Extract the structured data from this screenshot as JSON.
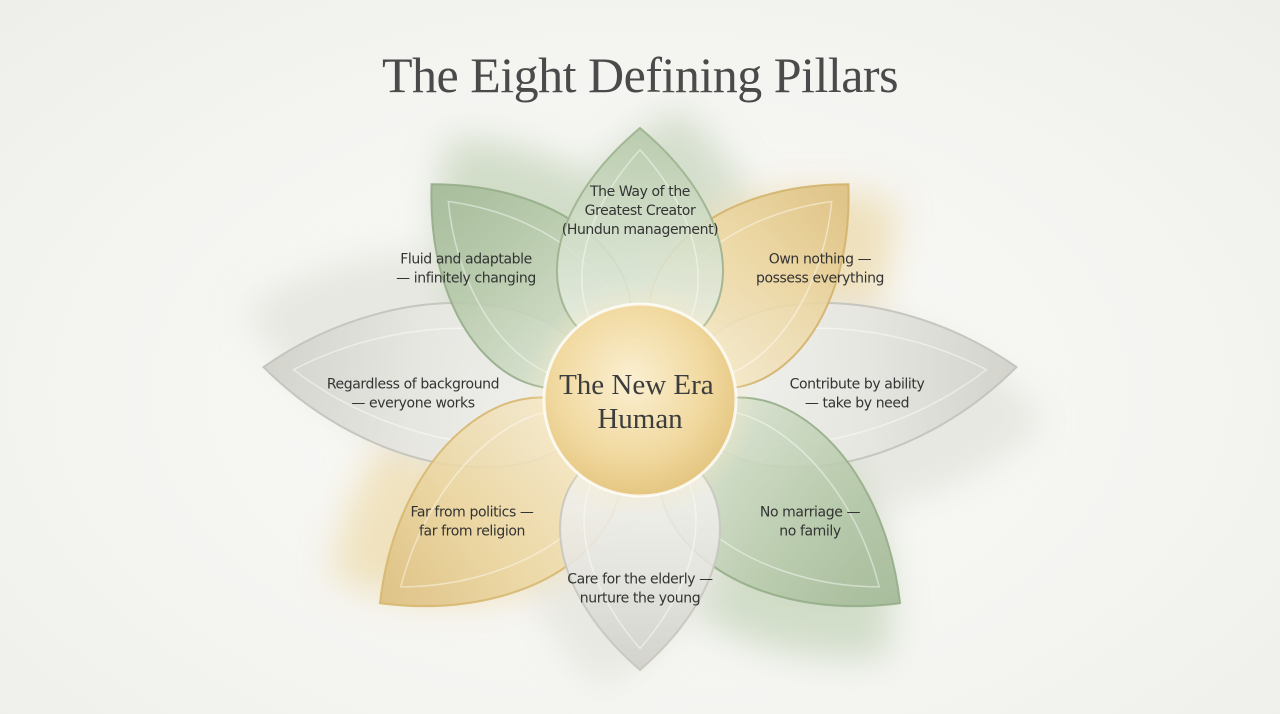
{
  "title": "The Eight Defining Pillars",
  "center": {
    "lines": [
      "The New Era",
      "Human"
    ]
  },
  "pillars": [
    {
      "lines": [
        "The Way of the",
        "Greatest Creator",
        "(Hundun management)"
      ]
    },
    {
      "lines": [
        "Own nothing —",
        "possess everything"
      ]
    },
    {
      "lines": [
        "Contribute by ability",
        "— take by need"
      ]
    },
    {
      "lines": [
        "No marriage —",
        "no family"
      ]
    },
    {
      "lines": [
        "Care for the elderly —",
        "nurture the young"
      ]
    },
    {
      "lines": [
        "Far from politics —",
        "far from religion"
      ]
    },
    {
      "lines": [
        "Regardless of background",
        "— everyone works"
      ]
    },
    {
      "lines": [
        "Fluid and adaptable",
        "— infinitely changing"
      ]
    }
  ],
  "colors": {
    "green": "#a9bf9c",
    "gold": "#e3c98c",
    "silver": "#d8d8d2",
    "center": "#f0d9a0",
    "text": "#333333"
  }
}
